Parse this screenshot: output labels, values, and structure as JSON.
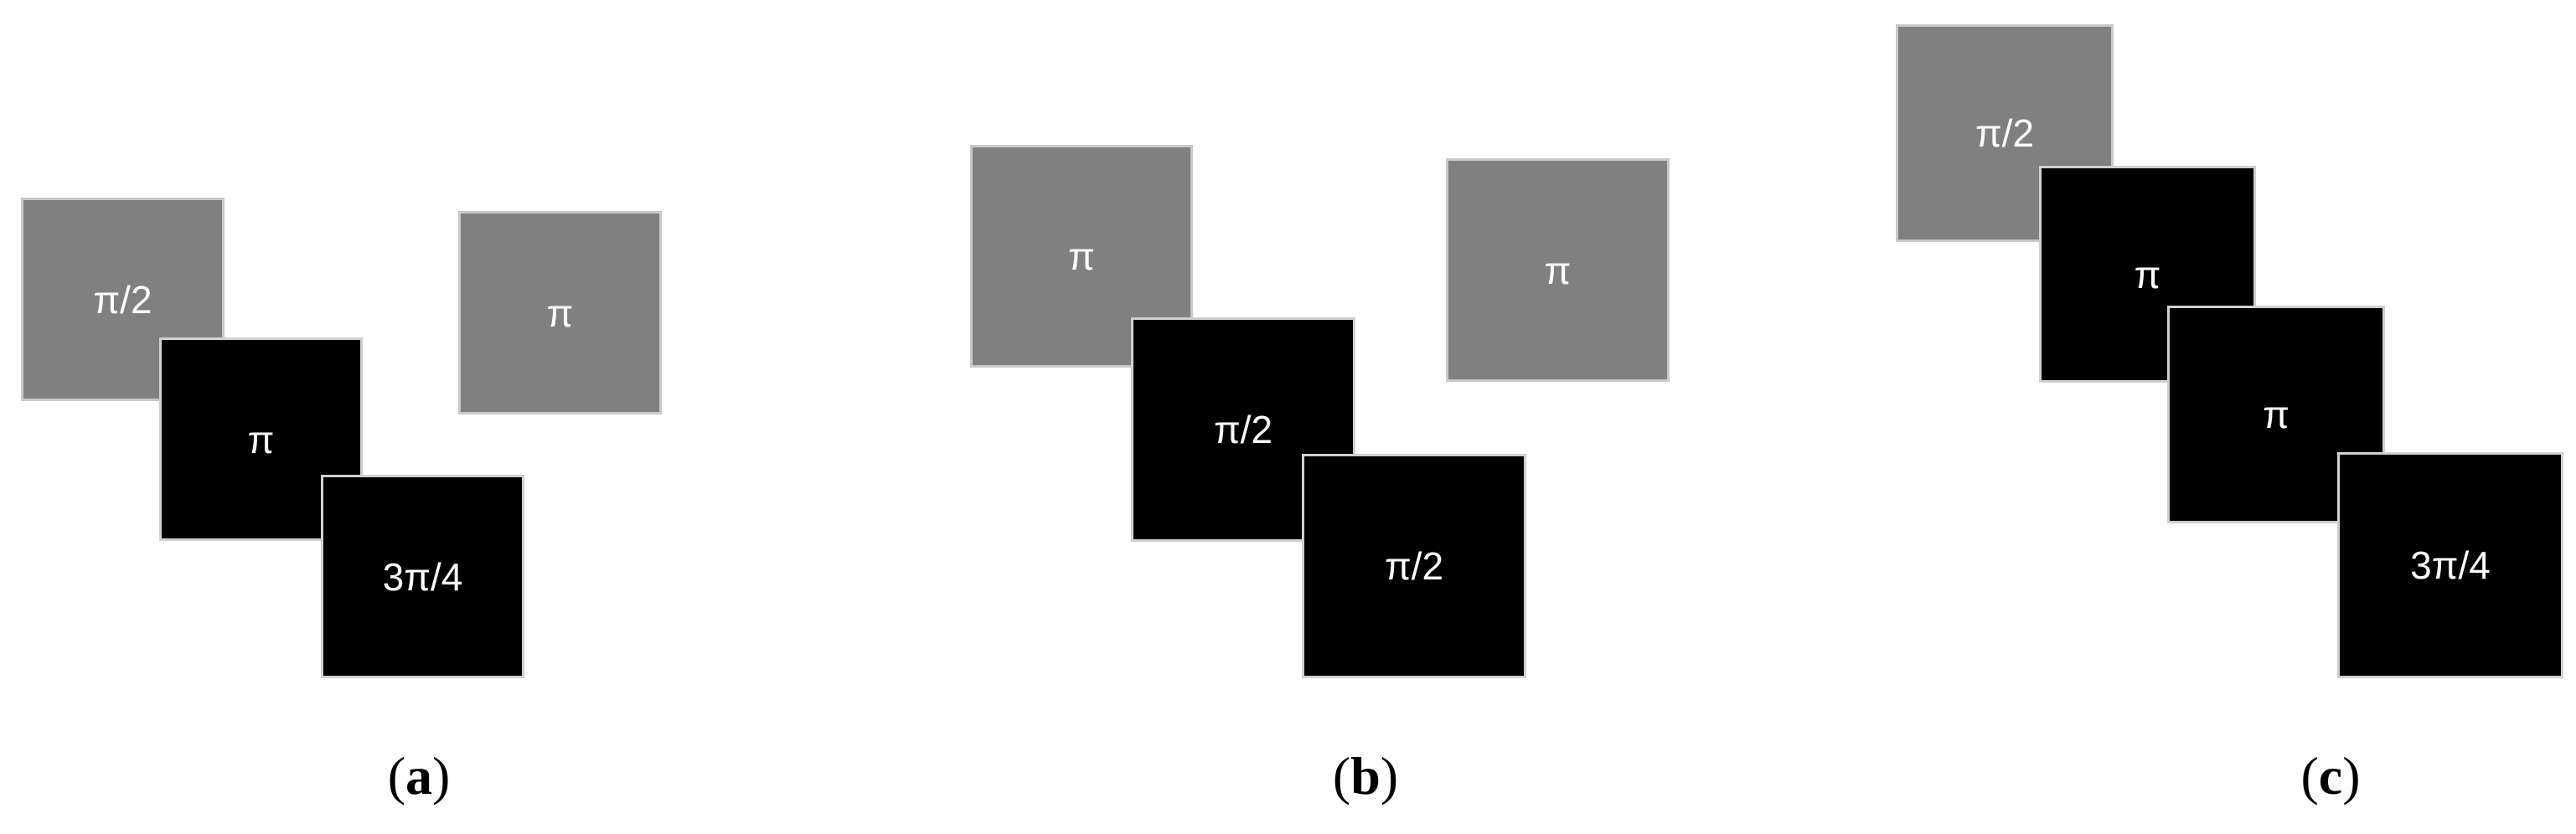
{
  "colors": {
    "gray_square": "#808080",
    "black_square": "#000000",
    "label_text": "#ffffff",
    "background": "#ffffff"
  },
  "panels": [
    {
      "caption_letter": "a",
      "squares": [
        {
          "label": "π/2",
          "shade": "gray"
        },
        {
          "label": "π",
          "shade": "black"
        },
        {
          "label": "3π/4",
          "shade": "black"
        },
        {
          "label": "π",
          "shade": "gray"
        }
      ]
    },
    {
      "caption_letter": "b",
      "squares": [
        {
          "label": "π",
          "shade": "gray"
        },
        {
          "label": "π/2",
          "shade": "black"
        },
        {
          "label": "π/2",
          "shade": "black"
        },
        {
          "label": "π",
          "shade": "gray"
        }
      ]
    },
    {
      "caption_letter": "c",
      "squares": [
        {
          "label": "π/2",
          "shade": "gray"
        },
        {
          "label": "π",
          "shade": "black"
        },
        {
          "label": "π",
          "shade": "black"
        },
        {
          "label": "3π/4",
          "shade": "black"
        }
      ]
    }
  ]
}
